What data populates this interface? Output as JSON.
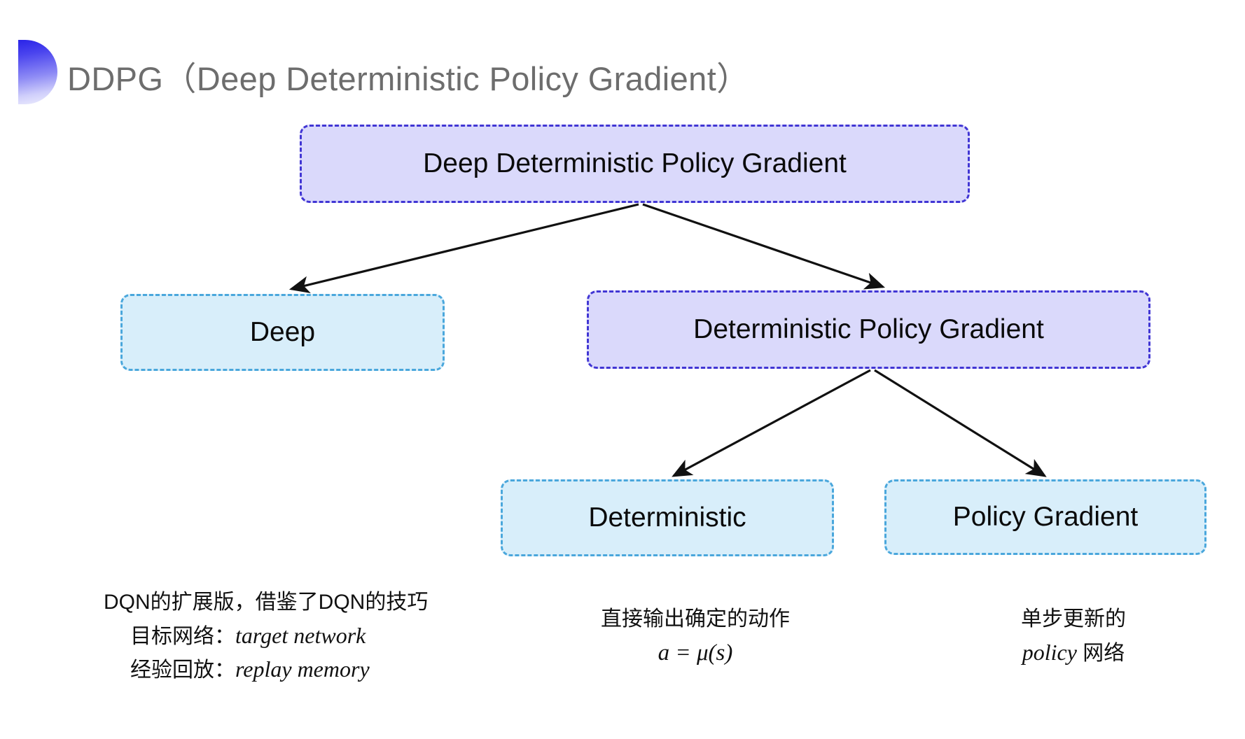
{
  "slide": {
    "title": "DDPG（Deep Deterministic Policy Gradient）",
    "bullet_icon": "half-circle-gradient-icon",
    "title_color": "#6d6d6d",
    "background": "#ffffff"
  },
  "colors": {
    "purple_fill": "#dad9fb",
    "purple_border": "#4136d4",
    "cyan_fill": "#d8eefa",
    "cyan_border": "#4aa7dc",
    "arrow": "#111111",
    "text": "#0a0a0a"
  },
  "diagram": {
    "type": "tree",
    "nodes": [
      {
        "id": "root",
        "label": "Deep Deterministic Policy Gradient",
        "style": "purple"
      },
      {
        "id": "deep",
        "label": "Deep",
        "style": "cyan"
      },
      {
        "id": "dpg",
        "label": "Deterministic Policy Gradient",
        "style": "purple"
      },
      {
        "id": "det",
        "label": "Deterministic",
        "style": "cyan"
      },
      {
        "id": "pg",
        "label": "Policy Gradient",
        "style": "cyan"
      }
    ],
    "edges": [
      {
        "from": "root",
        "to": "deep"
      },
      {
        "from": "root",
        "to": "dpg"
      },
      {
        "from": "dpg",
        "to": "det"
      },
      {
        "from": "dpg",
        "to": "pg"
      }
    ]
  },
  "annotations": {
    "deep": {
      "line1": "DQN的扩展版，借鉴了DQN的技巧",
      "line2_label": "目标网络：",
      "line2_term": "target network",
      "line3_label": "经验回放：",
      "line3_term": "replay memory"
    },
    "deterministic": {
      "line1": "直接输出确定的动作",
      "formula": "a = μ(s)"
    },
    "policy_gradient": {
      "line1": "单步更新的",
      "line2_term": "policy",
      "line2_suffix": " 网络"
    }
  }
}
